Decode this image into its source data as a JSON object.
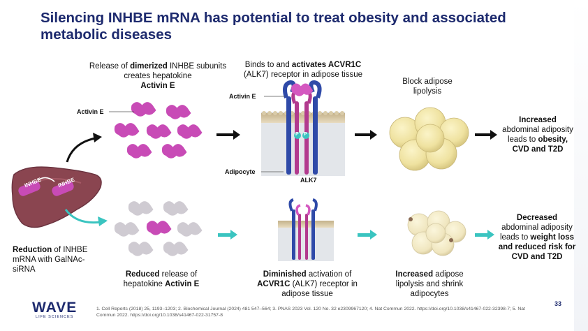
{
  "title": "Silencing INHBE mRNA has potential to treat obesity and associated metabolic diseases",
  "top_row": {
    "release_pre": "Release of ",
    "release_bold": "dimerized",
    "release_post": " INHBE subunits creates hepatokine",
    "release_bold2": "Activin E",
    "activin_label": "Activin E",
    "binds_pre": "Binds to and ",
    "binds_bold": "activates ACVR1C",
    "binds_post": "(ALK7) receptor in adipose tissue",
    "receptor_activin_label": "Activin E",
    "adipocyte_label": "Adipocyte",
    "alk7_label": "ALK7",
    "p_label": "P",
    "block": "Block adipose lipolysis",
    "outcome_bold1": "Increased",
    "outcome_mid": "abdominal adiposity leads to ",
    "outcome_bold2": "obesity, CVD and T2D"
  },
  "liver": {
    "inhbe1": "INHBE",
    "inhbe2": "INHBE"
  },
  "bottom_row": {
    "reduction_bold": "Reduction",
    "reduction_rest": " of INHBE mRNA with GalNAc-siRNA",
    "reduced_bold": "Reduced",
    "reduced_rest": " release of hepatokine ",
    "reduced_bold2": "Activin E",
    "diminished_bold": "Diminished",
    "diminished_rest1": " activation of",
    "diminished_bold2": "ACVR1C",
    "diminished_rest2": " (ALK7) receptor in adipose tissue",
    "increased_bold": "Increased",
    "increased_rest": " adipose lipolysis and shrink adipocytes",
    "decreased_bold": "Decreased",
    "decreased_mid": "abdominal adiposity leads to ",
    "decreased_bold2": "weight loss and reduced risk for CVD and T2D"
  },
  "footer": {
    "refs": "1. Cell Reports (2018) 25, 1193–1203; 2. Biochemical Journal (2024) 481 547–564; 3. PNAS 2023 Vol. 120 No. 32 e2309967120; 4. Nat Commun 2022. https://doi.org/10.1038/s41467-022-32398-7; 5. Nat Commun 2022. https://doi.org/10.1038/s41467-022-31757-8",
    "page": "33",
    "logo_word": "WAVE",
    "logo_sub": "LIFE SCIENCES"
  },
  "colors": {
    "navy": "#1d2a6e",
    "magenta": "#c84bb6",
    "grey_dimer": "#cfcbd2",
    "teal": "#3ac4c0",
    "liver": "#8a4550",
    "receptor_blue": "#2f4aa8",
    "fat": "#f2e6a6"
  }
}
